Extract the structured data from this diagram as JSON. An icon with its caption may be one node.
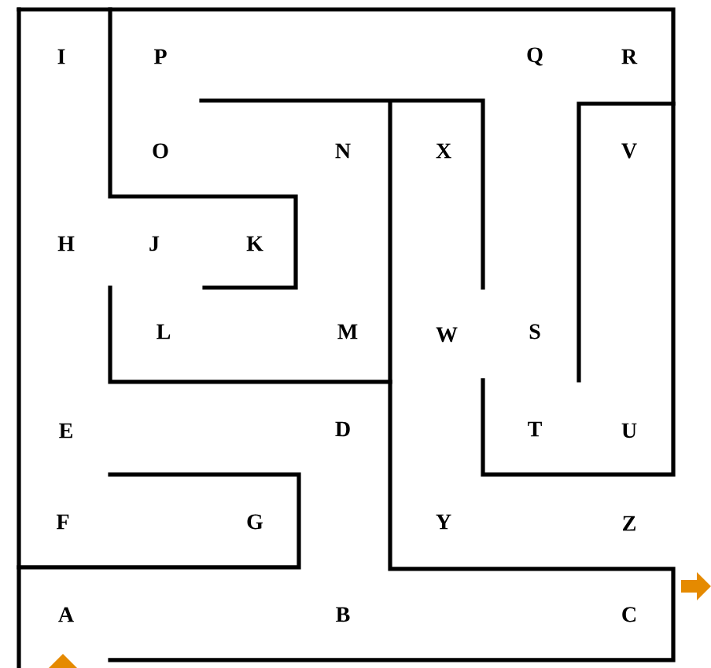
{
  "diagram": {
    "labels": [
      "I",
      "P",
      "Q",
      "R",
      "O",
      "N",
      "X",
      "V",
      "H",
      "J",
      "K",
      "L",
      "M",
      "W",
      "S",
      "E",
      "D",
      "T",
      "U",
      "F",
      "G",
      "Y",
      "Z",
      "A",
      "B",
      "C"
    ]
  }
}
